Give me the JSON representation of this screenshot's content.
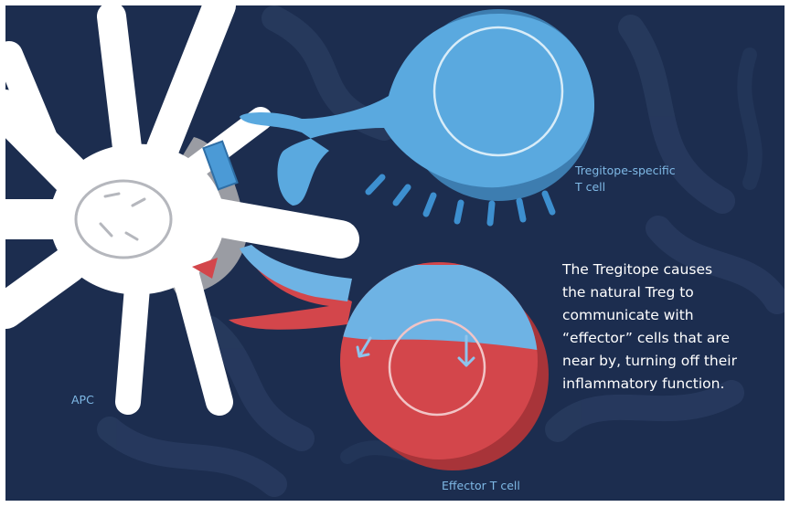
{
  "labels": {
    "treg_line1": "Tregitope-specific",
    "treg_line2": "T cell",
    "apc": "APC",
    "effector": "Effector T cell"
  },
  "caption": {
    "lines": [
      "The Tregitope causes",
      "the natural Treg to",
      "communicate with",
      "“effector” cells that are",
      "near by, turning off their",
      "inflammatory function."
    ]
  },
  "colors": {
    "background": "#1c2d4f",
    "treg_cell": "#5aa9df",
    "treg_shadow": "#3d7db0",
    "effector_red": "#d3464b",
    "effector_blue": "#6eb3e4",
    "apc": "#ffffff",
    "label_blue": "#7fb9e6"
  }
}
